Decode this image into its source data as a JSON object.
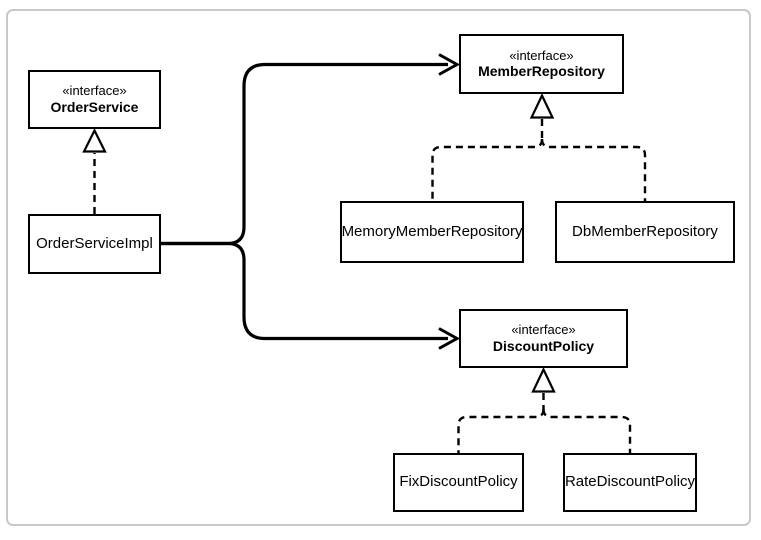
{
  "diagram": {
    "type": "uml-class-diagram",
    "nodes": [
      {
        "id": "order-service",
        "kind": "interface",
        "stereotype": "«interface»",
        "name": "OrderService"
      },
      {
        "id": "order-service-impl",
        "kind": "class",
        "name": "OrderServiceImpl"
      },
      {
        "id": "member-repository",
        "kind": "interface",
        "stereotype": "«interface»",
        "name": "MemberRepository"
      },
      {
        "id": "memory-member-repository",
        "kind": "class",
        "name": "MemoryMemberRepository"
      },
      {
        "id": "db-member-repository",
        "kind": "class",
        "name": "DbMemberRepository"
      },
      {
        "id": "discount-policy",
        "kind": "interface",
        "stereotype": "«interface»",
        "name": "DiscountPolicy"
      },
      {
        "id": "fix-discount-policy",
        "kind": "class",
        "name": "FixDiscountPolicy"
      },
      {
        "id": "rate-discount-policy",
        "kind": "class",
        "name": "RateDiscountPolicy"
      }
    ],
    "relationships": [
      {
        "from": "OrderServiceImpl",
        "to": "OrderService",
        "type": "realization"
      },
      {
        "from": "OrderServiceImpl",
        "to": "MemberRepository",
        "type": "dependency"
      },
      {
        "from": "OrderServiceImpl",
        "to": "DiscountPolicy",
        "type": "dependency"
      },
      {
        "from": "MemoryMemberRepository",
        "to": "MemberRepository",
        "type": "realization"
      },
      {
        "from": "DbMemberRepository",
        "to": "MemberRepository",
        "type": "realization"
      },
      {
        "from": "FixDiscountPolicy",
        "to": "DiscountPolicy",
        "type": "realization"
      },
      {
        "from": "RateDiscountPolicy",
        "to": "DiscountPolicy",
        "type": "realization"
      }
    ],
    "colors": {
      "line": "#000000",
      "box_border": "#000000",
      "box_fill": "#ffffff",
      "frame_border": "#c8c8c8",
      "background": "#ffffff"
    }
  }
}
